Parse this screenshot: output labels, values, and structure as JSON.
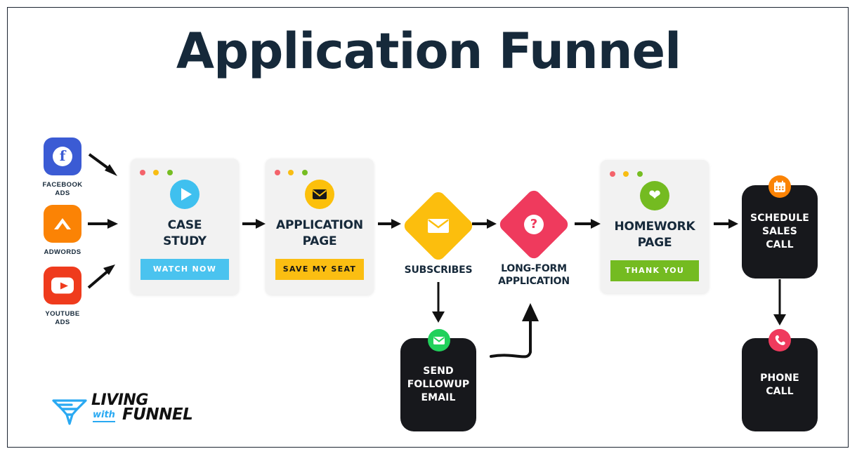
{
  "page": {
    "title": "Application Funnel",
    "background": "#ffffff",
    "frame_color": "#1b2430",
    "title_color": "#16293a"
  },
  "sources": [
    {
      "id": "facebook-ads",
      "label": "FACEBOOK\nADS",
      "label_line1": "FACEBOOK",
      "label_line2": "ADS",
      "icon": "facebook-icon",
      "glyph": "f",
      "color": "#3b5bd4",
      "arrow": "arrow-down-right"
    },
    {
      "id": "adwords",
      "label": "ADWORDS",
      "label_line1": "ADWORDS",
      "label_line2": "",
      "icon": "adwords-caret-icon",
      "glyph": "^",
      "color": "#fb8305",
      "arrow": "arrow-right"
    },
    {
      "id": "youtube-ads",
      "label": "YOUTUBE\nADS",
      "label_line1": "YOUTUBE",
      "label_line2": "ADS",
      "icon": "youtube-play-icon",
      "glyph": "▶",
      "color": "#ef3b1d",
      "arrow": "arrow-up-right"
    }
  ],
  "cards": [
    {
      "id": "case-study",
      "title_line1": "CASE",
      "title_line2": "STUDY",
      "icon": "play-circle-icon",
      "icon_color": "#3fc0ef",
      "button_label": "WATCH NOW",
      "button_color": "#4ac3ef",
      "button_text_color": "#ffffff"
    },
    {
      "id": "application-page",
      "title_line1": "APPLICATION",
      "title_line2": "PAGE",
      "icon": "envelope-circle-icon",
      "icon_color": "#fcc00b",
      "button_label": "SAVE MY SEAT",
      "button_color": "#fbbe12",
      "button_text_color": "#161616"
    },
    {
      "id": "homework-page",
      "title_line1": "HOMEWORK",
      "title_line2": "PAGE",
      "icon": "heart-circle-icon",
      "icon_color": "#74bb21",
      "button_label": "THANK YOU",
      "button_color": "#74bb21",
      "button_text_color": "#ffffff"
    }
  ],
  "diamonds": [
    {
      "id": "subscribes",
      "label_line1": "SUBSCRIBES",
      "label_line2": "",
      "icon": "envelope-icon",
      "color": "#fcbe0d",
      "icon_color": "#ffffff"
    },
    {
      "id": "long-form-application",
      "label_line1": "LONG-FORM",
      "label_line2": "APPLICATION",
      "icon": "question-mark-icon",
      "color": "#ef3a5d",
      "icon_color": "#ef3a5d"
    }
  ],
  "actions": [
    {
      "id": "send-followup-email",
      "line1": "SEND",
      "line2": "FOLLOWUP",
      "line3": "EMAIL",
      "badge_icon": "envelope-badge-icon",
      "badge_color": "#21d15c",
      "box_color": "#17181c"
    },
    {
      "id": "schedule-sales-call",
      "line1": "SCHEDULE",
      "line2": "SALES",
      "line3": "CALL",
      "badge_icon": "calendar-badge-icon",
      "badge_color": "#fb8305",
      "box_color": "#17181c"
    },
    {
      "id": "phone-call",
      "line1": "PHONE",
      "line2": "CALL",
      "line3": "",
      "badge_icon": "phone-badge-icon",
      "badge_color": "#ef3a5d",
      "box_color": "#17181c"
    }
  ],
  "logo": {
    "word1": "LIVING",
    "word2": "with",
    "word3": "FUNNEL",
    "mark": "funnel-logo-icon",
    "accent_color": "#29a9f2",
    "text_color": "#111111"
  }
}
